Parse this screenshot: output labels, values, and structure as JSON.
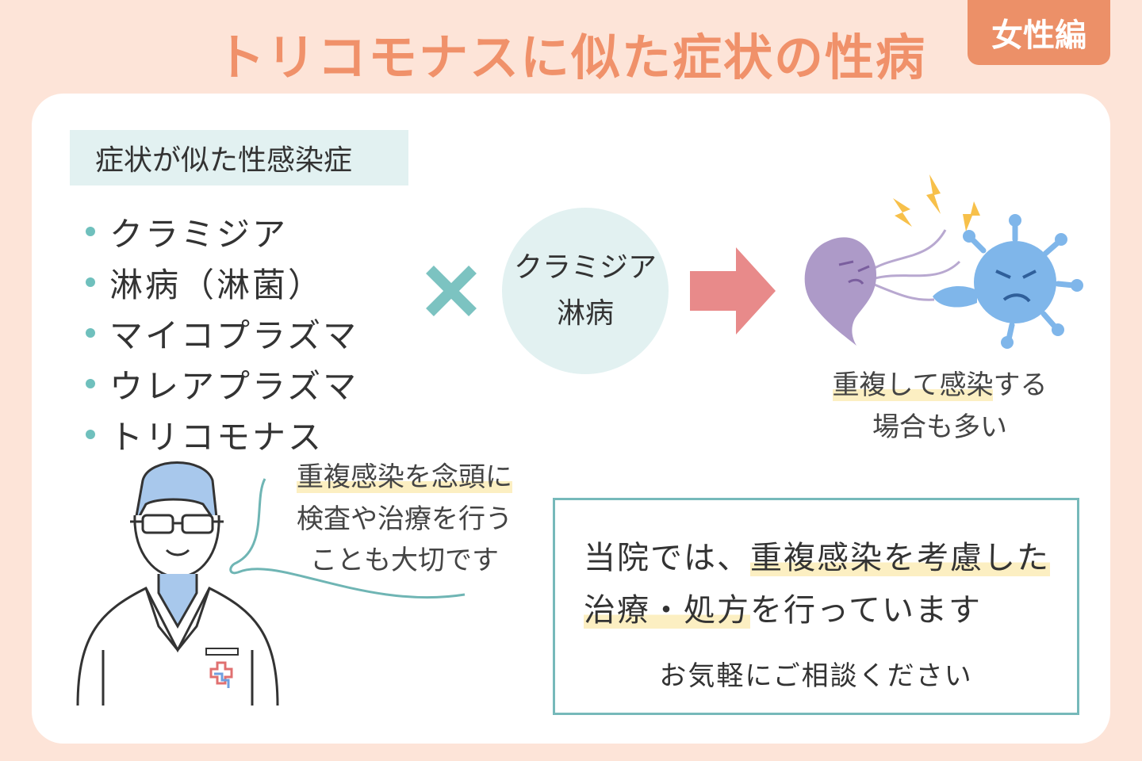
{
  "header": {
    "title": "トリコモナスに似た症状の性病",
    "badge": "女性編"
  },
  "section_label": "症状が似た性感染症",
  "diseases": [
    "クラミジア",
    "淋病（淋菌）",
    "マイコプラズマ",
    "ウレアプラズマ",
    "トリコモナス"
  ],
  "combo": {
    "line1": "クラミジア",
    "line2": "淋病"
  },
  "result": {
    "highlight": "重複して感染",
    "rest": "する",
    "line2": "場合も多い"
  },
  "doctor_speech": {
    "line1": "重複感染を念頭に",
    "line2": "検査や治療を行う",
    "line3": "ことも大切です"
  },
  "notice": {
    "line1_pre": "当院では、",
    "line1_hl": "重複感染を考慮した",
    "line2_hl": "治療・処方",
    "line2_post": "を行っています",
    "sub": "お気軽にご相談ください"
  },
  "colors": {
    "accent": "#f0916a",
    "teal": "#6fc0bd",
    "arrow": "#e88a8a",
    "highlight": "#fcefc2"
  }
}
